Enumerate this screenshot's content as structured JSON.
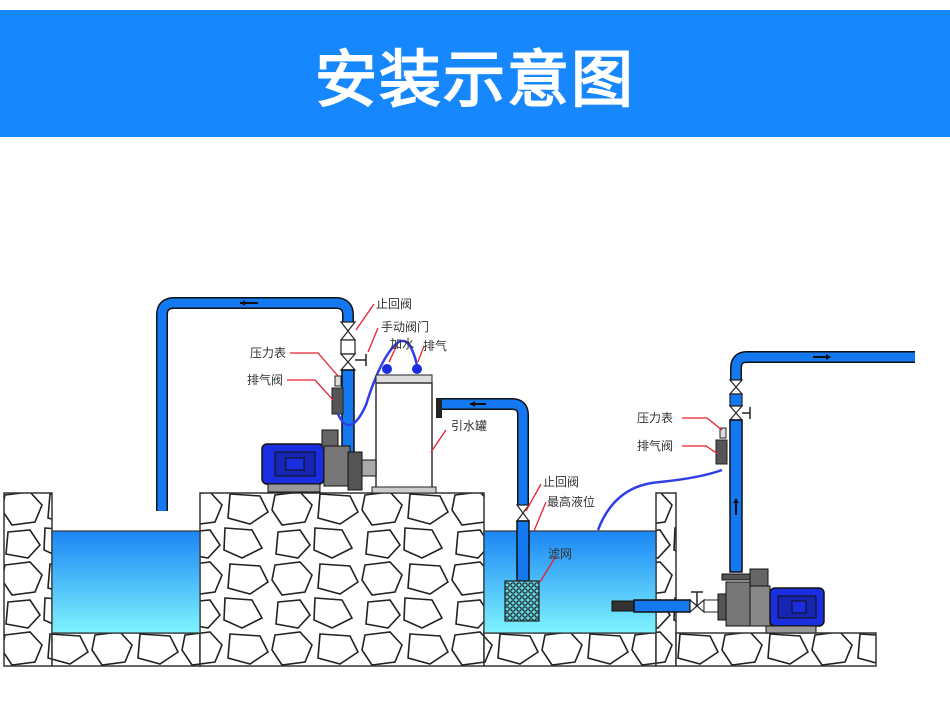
{
  "header": {
    "title": "安装示意图"
  },
  "colors": {
    "banner": "#1787fd",
    "pipe": "#1478f0",
    "water_top": "#1a86f5",
    "water_bottom": "#7ff4ff",
    "motor": "#1a2ee0",
    "leader": "#e8202a",
    "hose": "#2f3fe8"
  },
  "labels": {
    "left_check_valve": "止回阀",
    "manual_valve": "手动阀门",
    "fill_water": "加水",
    "exhaust": "排气",
    "left_pressure_gauge": "压力表",
    "left_air_valve": "排气阀",
    "priming_tank": "引水罐",
    "mid_check_valve": "止回阀",
    "max_level": "最高液位",
    "filter_screen": "滤网",
    "right_pressure_gauge": "压力表",
    "right_air_valve": "排气阀"
  },
  "flow_arrows": {
    "left_top": "arrow-left",
    "tank_outlet": "arrow-left",
    "right_top": "arrow-right",
    "right_riser": "arrow-up"
  }
}
